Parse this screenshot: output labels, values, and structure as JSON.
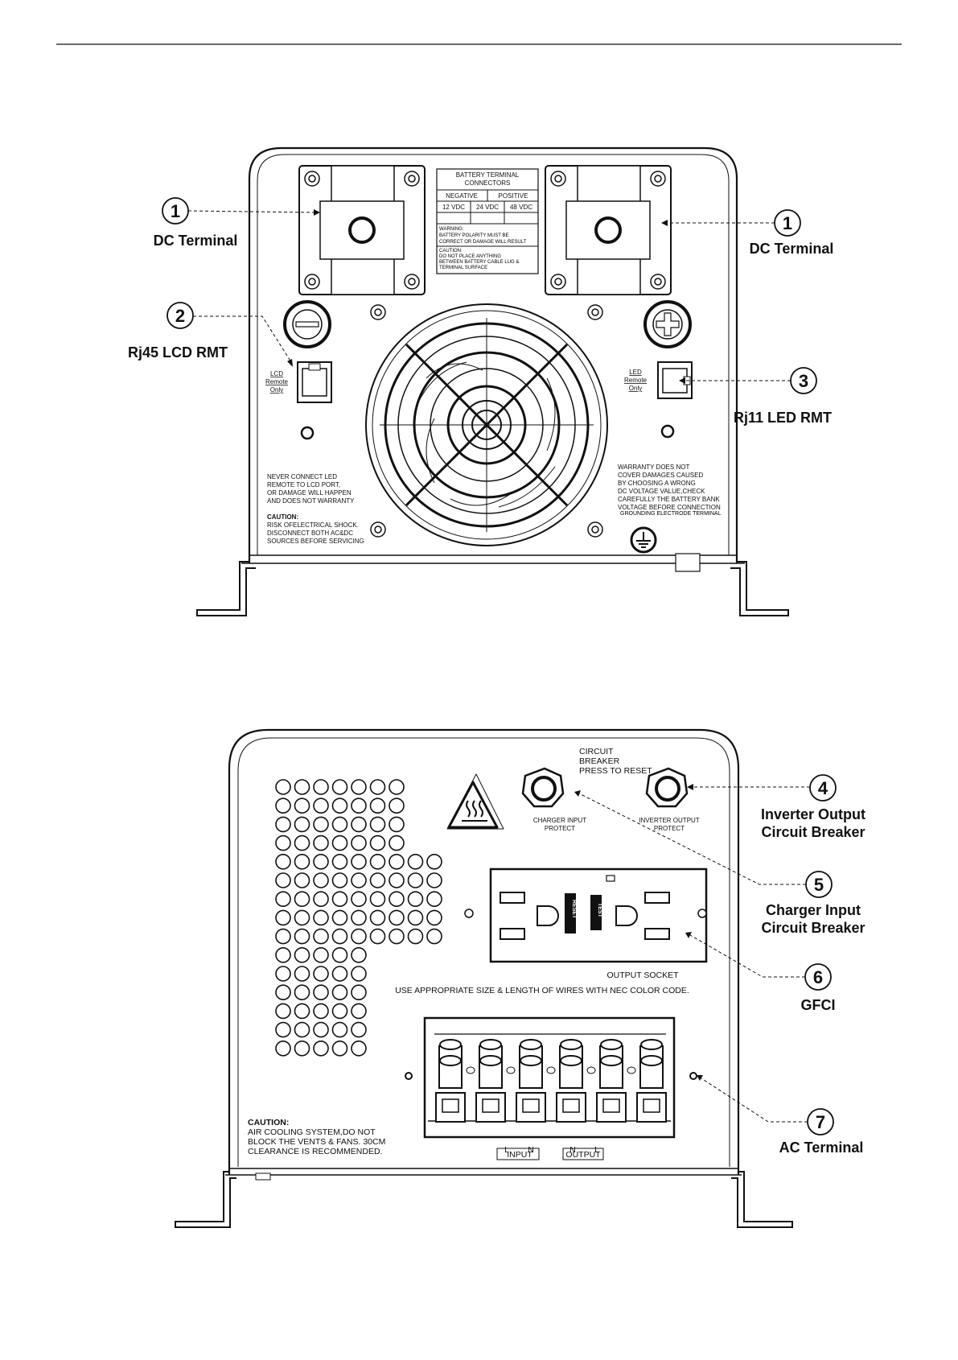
{
  "front_panel": {
    "label_table": {
      "title_line1": "BATTERY TERMINAL",
      "title_line2": "CONNECTORS",
      "negative": "NEGATIVE",
      "positive": "POSITIVE",
      "v12": "12 VDC",
      "v24": "24 VDC",
      "v48": "48 VDC",
      "warning_line1": "WARNING:",
      "warning_line2": "BATTERY POLARITY MUST BE",
      "warning_line3": "CORRECT OR DAMAGE WILL RESULT",
      "caution_line1": "CAUTION:",
      "caution_line2": "DO NOT PLACE ANYTHING",
      "caution_line3": "BETWEEN BATTERY CABLE LUG &",
      "caution_line4": "TERMINAL SURFACE"
    },
    "lcd_port_line1": "LCD",
    "lcd_port_line2": "Remote",
    "lcd_port_line3": "Only",
    "led_port_line1": "LED",
    "led_port_line2": "Remote",
    "led_port_line3": "Only",
    "left_notice": [
      "NEVER CONNECT LED",
      "REMOTE TO LCD PORT,",
      "OR DAMAGE WILL HAPPEN",
      "AND DOES NOT WARRANTY"
    ],
    "left_caution": [
      "CAUTION:",
      "RISK OFELECTRICAL SHOCK.",
      "DISCONNECT BOTH AC&DC",
      "SOURCES BEFORE SERVICING"
    ],
    "right_notice": [
      "WARRANTY DOES NOT",
      "COVER DAMAGES CAUSED",
      "BY CHOOSING A WRONG",
      "DC VOLTAGE VALUE,CHECK",
      "CAREFULLY THE BATTERY BANK",
      "VOLTAGE BEFORE CONNECTION"
    ],
    "grounding": "GROUNDING ELECTRODE TERMINAL"
  },
  "rear_panel": {
    "breaker_title": [
      "CIRCUIT",
      "BREAKER",
      "PRESS TO RESET"
    ],
    "charger_protect": [
      "CHARGER INPUT",
      "PROTECT"
    ],
    "inverter_protect": [
      "INVERTER OUTPUT",
      "PROTECT"
    ],
    "reset": "RESET",
    "test": "TEST",
    "output_socket": "OUTPUT SOCKET",
    "wire_notice": "USE APPROPRIATE SIZE & LENGTH OF WIRES WITH NEC COLOR CODE.",
    "term_L1": "L",
    "term_N1": "N",
    "term_N2": "N",
    "term_L2": "L",
    "input": "INPUT",
    "output": "OUTPUT",
    "caution": [
      "CAUTION:",
      "AIR COOLING SYSTEM,DO NOT",
      "BLOCK THE VENTS & FANS. 30CM",
      "CLEARANCE IS RECOMMENDED."
    ]
  },
  "callouts": [
    {
      "num": "1",
      "label": "DC Terminal"
    },
    {
      "num": "1",
      "label": "DC Terminal"
    },
    {
      "num": "2",
      "label": "Rj45 LCD RMT"
    },
    {
      "num": "3",
      "label": "Rj11 LED RMT"
    },
    {
      "num": "4",
      "label_line1": "Inverter Output",
      "label_line2": "Circuit Breaker"
    },
    {
      "num": "5",
      "label_line1": "Charger Input",
      "label_line2": "Circuit Breaker"
    },
    {
      "num": "6",
      "label": "GFCI"
    },
    {
      "num": "7",
      "label": "AC Terminal"
    }
  ]
}
